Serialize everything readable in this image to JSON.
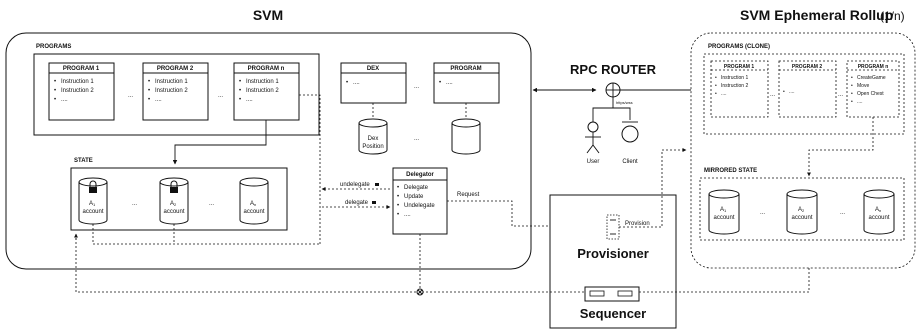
{
  "titles": {
    "svm": "SVM",
    "er_main": "SVM Ephemeral Rollup",
    "er_count": "(1/n)"
  },
  "svm": {
    "programs_header": "PROGRAMS",
    "program_cards": [
      {
        "title": "PROGRAM 1",
        "items": [
          "Instruction 1",
          "Instruction 2",
          "...."
        ]
      },
      {
        "title": "PROGRAM 2",
        "items": [
          "Instruction 1",
          "Instruction 2",
          "...."
        ]
      },
      {
        "title": "PROGRAM n",
        "items": [
          "Instruction 1",
          "Instruction 2",
          "...."
        ]
      }
    ],
    "ellipsis": "...",
    "dex": {
      "title": "DEX",
      "items": [
        "...."
      ]
    },
    "program": {
      "title": "PROGRAM",
      "items": [
        "...."
      ]
    },
    "dex_position": "Dex Position",
    "state_header": "STATE",
    "accounts": [
      {
        "sub": "1",
        "word": "account"
      },
      {
        "sub": "2",
        "word": "account"
      },
      {
        "sub": "n",
        "word": "account"
      }
    ],
    "account_letter": "A",
    "delegator": {
      "title": "Delegator",
      "items": [
        "Delegate",
        "Update",
        "Undelegate",
        "...."
      ]
    },
    "undelegate": "undelegate",
    "delegate": "delegate"
  },
  "middle": {
    "rpc_router": "RPC ROUTER",
    "https_ws": "https/wss",
    "user": "User",
    "client": "Client",
    "request": "Request",
    "provision": "Provision",
    "provisioner": "Provisioner",
    "sequencer": "Sequencer"
  },
  "er": {
    "programs_header": "PROGRAMS (CLONE)",
    "program_cards": [
      {
        "title": "PROGRAM 1",
        "items": [
          "Instruction 1",
          "Instruction 2",
          "...."
        ]
      },
      {
        "title": "PROGRAM 2",
        "items": [
          "...."
        ]
      },
      {
        "title": "PROGRAM n",
        "items": [
          "CreateGame",
          "Move",
          "Open Chest",
          "...."
        ]
      }
    ],
    "mirrored_header": "MIRRORED STATE",
    "accounts": [
      {
        "sub": "1",
        "word": "account"
      },
      {
        "sub": "2",
        "word": "account"
      },
      {
        "sub": "n",
        "word": "account"
      }
    ]
  }
}
